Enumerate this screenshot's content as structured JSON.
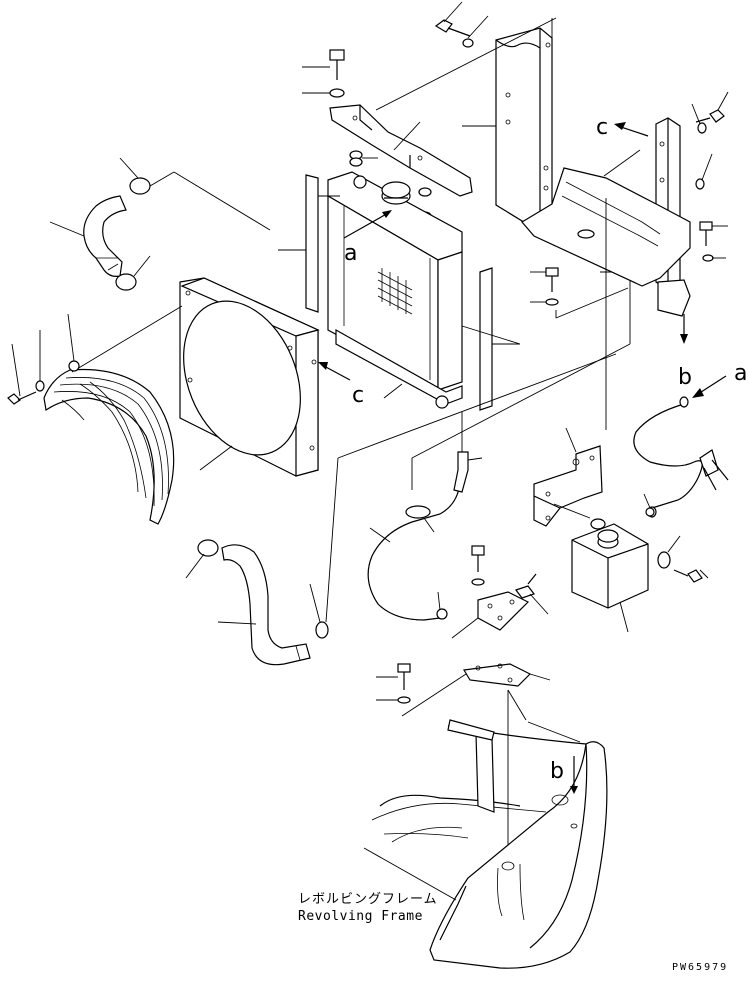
{
  "callouts": {
    "a_radiator": "a",
    "a_hose": "a",
    "b_hose": "b",
    "b_frame": "b",
    "c_bracket": "c",
    "c_shroud": "c"
  },
  "frame_label": {
    "japanese": "レボルビングフレーム",
    "english": "Revolving Frame"
  },
  "drawing_code": "PW65979"
}
